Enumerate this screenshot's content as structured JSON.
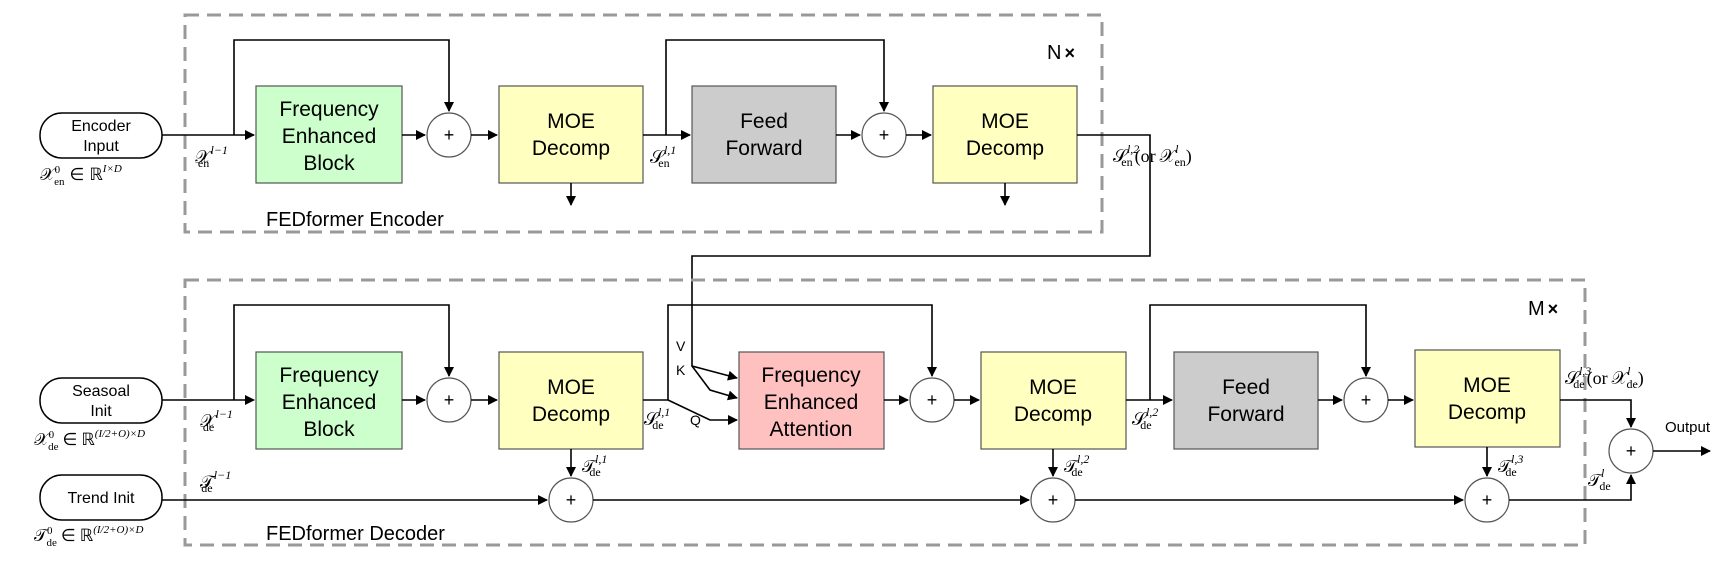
{
  "encoder": {
    "caption": "FEDformer Encoder",
    "repeat": "N",
    "repeat_symbol": "×",
    "input_line1": "Encoder",
    "input_line2": "Input",
    "input_domain": "𝒳⁰ₑₙ ∈ ℝᴵˣᴰ",
    "x_in": "𝒳ₗ₋₁",
    "x_in_label": "𝒳",
    "x_in_sup": "l−1",
    "x_in_sub": "en",
    "s1_sup": "l,1",
    "s1_sub": "en",
    "s2_sup": "l,2",
    "s2_sub": "en",
    "s2_paren": "(or",
    "s2_alt_sup": "l",
    "s2_alt_sub": "en",
    "blocks": {
      "feb": [
        "Frequency",
        "Enhanced",
        "Block"
      ],
      "moe1": [
        "MOE",
        "Decomp"
      ],
      "ff": [
        "Feed",
        "Forward"
      ],
      "moe2": [
        "MOE",
        "Decomp"
      ]
    }
  },
  "decoder": {
    "caption": "FEDformer Decoder",
    "repeat": "M",
    "repeat_symbol": "×",
    "seasonal_line1": "Seasoal",
    "seasonal_line2": "Init",
    "seasonal_domain_sup": "0",
    "seasonal_domain_sub": "de",
    "seasonal_domain_exp": "(I/2+O)×D",
    "trend_label": "Trend Init",
    "trend_domain_sup": "0",
    "trend_domain_sub": "de",
    "trend_domain_exp": "(I/2+O)×D",
    "x_in_sup": "l−1",
    "x_in_sub": "de",
    "t_in_sup": "l−1",
    "t_in_sub": "de",
    "s1_sup": "l,1",
    "s1_sub": "de",
    "s2_sup": "l,2",
    "s2_sub": "de",
    "s3_sup": "l,3",
    "s3_sub": "de",
    "s3_paren": "(or",
    "s3_alt_sup": "l",
    "s3_alt_sub": "de",
    "t1_sup": "l,1",
    "t1_sub": "de",
    "t2_sup": "l,2",
    "t2_sub": "de",
    "t3_sup": "l,3",
    "t3_sub": "de",
    "tout_sup": "l",
    "tout_sub": "de",
    "v_label": "V",
    "k_label": "K",
    "q_label": "Q",
    "output_label": "Output",
    "blocks": {
      "feb": [
        "Frequency",
        "Enhanced",
        "Block"
      ],
      "moe1": [
        "MOE",
        "Decomp"
      ],
      "fea": [
        "Frequency",
        "Enhanced",
        "Attention"
      ],
      "moe2": [
        "MOE",
        "Decomp"
      ],
      "ff": [
        "Feed",
        "Forward"
      ],
      "moe3": [
        "MOE",
        "Decomp"
      ]
    }
  },
  "symbols": {
    "plus": "+",
    "script_x": "𝒳",
    "script_s": "𝒮",
    "script_t": "𝒯",
    "reals": "ℝ",
    "in": "∈",
    "close_paren": ")",
    "in_sup": "I×D"
  },
  "colors": {
    "green": "#ccffcc",
    "yellow": "#ffffc0",
    "gray": "#cccccc",
    "pink": "#ffc0c0",
    "stroke": "#000000",
    "dashed": "#999999"
  }
}
